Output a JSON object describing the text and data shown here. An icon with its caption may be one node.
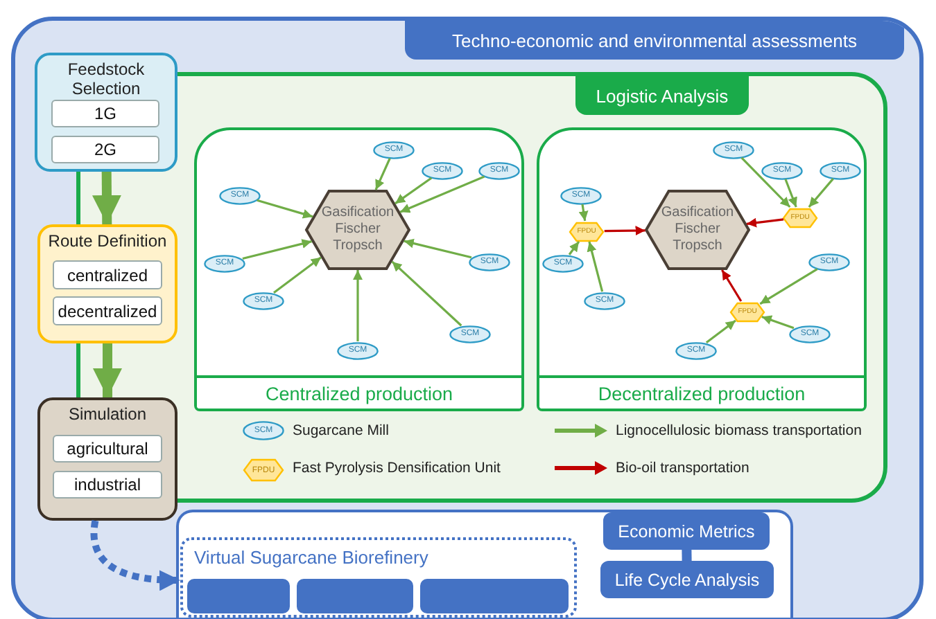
{
  "diagram": {
    "nodes": [
      {
        "text": [
          "Techno-economic and environmental assessments"
        ]
      },
      {
        "text": [
          "Feedstock Selection"
        ],
        "in": 0
      },
      {
        "text": [
          "1G"
        ],
        "in": 1
      },
      {
        "text": [
          "2G"
        ],
        "in": 1
      },
      {
        "text": [
          "Route Definition"
        ],
        "in": 0
      },
      {
        "text": [
          "centralized"
        ],
        "in": 4
      },
      {
        "text": [
          "decentralized"
        ],
        "in": 4
      },
      {
        "text": [
          "Simulation"
        ],
        "in": 0
      },
      {
        "text": [
          "agricultural"
        ],
        "in": 7
      },
      {
        "text": [
          "industrial"
        ],
        "in": 7
      },
      {
        "text": [
          "Logistic Analysis"
        ],
        "in": 0
      },
      {
        "text": [
          "Centralized production"
        ],
        "in": 10
      },
      {
        "text": [
          "Gasification Fischer Tropsch"
        ],
        "in": 11
      },
      {
        "text": [
          "SCM"
        ],
        "in": 11
      },
      {
        "text": [
          "SCM"
        ],
        "in": 11
      },
      {
        "text": [
          "SCM"
        ],
        "in": 11
      },
      {
        "text": [
          "SCM"
        ],
        "in": 11
      },
      {
        "text": [
          "SCM"
        ],
        "in": 11
      },
      {
        "text": [
          "SCM"
        ],
        "in": 11
      },
      {
        "text": [
          "SCM"
        ],
        "in": 11
      },
      {
        "text": [
          "SCM"
        ],
        "in": 11
      },
      {
        "text": [
          "SCM"
        ],
        "in": 11
      },
      {
        "text": [
          "Decentralized production"
        ],
        "in": 10
      },
      {
        "text": [
          "Gasification Fischer Tropsch"
        ],
        "in": 22
      },
      {
        "text": [
          "SCM"
        ],
        "in": 22
      },
      {
        "text": [
          "SCM"
        ],
        "in": 22
      },
      {
        "text": [
          "SCM"
        ],
        "in": 22
      },
      {
        "text": [
          "SCM"
        ],
        "in": 22
      },
      {
        "text": [
          "FPDU"
        ],
        "in": 22
      },
      {
        "text": [
          "FPDU"
        ],
        "in": 22
      },
      {
        "text": [
          "SCM"
        ],
        "in": 22
      },
      {
        "text": [
          "SCM"
        ],
        "in": 22
      },
      {
        "text": [
          "SCM"
        ],
        "in": 22
      },
      {
        "text": [
          "FPDU"
        ],
        "in": 22
      },
      {
        "text": [
          "SCM"
        ],
        "in": 22
      },
      {
        "text": [
          "SCM"
        ],
        "in": 22
      },
      {
        "text": [],
        "shape": "box",
        "in": 0
      },
      {
        "text": [
          "Virtual Sugarcane Biorefinery"
        ],
        "in": 36
      },
      {
        "text": [],
        "shape": "box",
        "in": 37
      },
      {
        "text": [],
        "shape": "box",
        "in": 37
      },
      {
        "text": [],
        "shape": "box",
        "in": 37
      },
      {
        "text": [
          "Economic Metrics"
        ],
        "in": 36
      },
      {
        "text": [
          "Life Cycle Analysis"
        ],
        "in": 36
      }
    ],
    "edges": [
      {
        "from": 1,
        "to": 4,
        "arrow": "to",
        "style": "thick"
      },
      {
        "from": 4,
        "to": 7,
        "arrow": "to",
        "style": "thick"
      },
      {
        "from": 7,
        "to": 37,
        "arrow": "to",
        "style": "dashed",
        "color": "#4472c4"
      },
      {
        "from": 13,
        "to": 12,
        "arrow": "to"
      },
      {
        "from": 14,
        "to": 12,
        "arrow": "to"
      },
      {
        "from": 15,
        "to": 12,
        "arrow": "to"
      },
      {
        "from": 16,
        "to": 12,
        "arrow": "to"
      },
      {
        "from": 17,
        "to": 12,
        "arrow": "to"
      },
      {
        "from": 18,
        "to": 12,
        "arrow": "to"
      },
      {
        "from": 19,
        "to": 12,
        "arrow": "to"
      },
      {
        "from": 20,
        "to": 12,
        "arrow": "to"
      },
      {
        "from": 21,
        "to": 12,
        "arrow": "to"
      },
      {
        "from": 27,
        "to": 29,
        "arrow": "to"
      },
      {
        "from": 30,
        "to": 29,
        "arrow": "to"
      },
      {
        "from": 32,
        "to": 29,
        "arrow": "to"
      },
      {
        "from": 24,
        "to": 28,
        "arrow": "to"
      },
      {
        "from": 25,
        "to": 28,
        "arrow": "to"
      },
      {
        "from": 26,
        "to": 28,
        "arrow": "to"
      },
      {
        "from": 31,
        "to": 33,
        "arrow": "to"
      },
      {
        "from": 34,
        "to": 33,
        "arrow": "to"
      },
      {
        "from": 35,
        "to": 33,
        "arrow": "to"
      },
      {
        "from": 29,
        "to": 23,
        "arrow": "to",
        "color": "#c00000"
      },
      {
        "from": 28,
        "to": 23,
        "arrow": "to",
        "color": "#c00000"
      },
      {
        "from": 33,
        "to": 23,
        "arrow": "to",
        "color": "#c00000"
      },
      {
        "from": 41,
        "to": 42,
        "arrow": "none",
        "style": "thick",
        "color": "#4472c4"
      }
    ],
    "labels": [
      "SCM",
      "FPDU"
    ],
    "legend": [
      {
        "text": "Sugarcane Mill"
      },
      {
        "text": "Lignocellulosic biomass transportation"
      },
      {
        "text": "Fast Pyrolysis Densification Unit"
      },
      {
        "text": "Bio-oil transportation"
      }
    ]
  }
}
